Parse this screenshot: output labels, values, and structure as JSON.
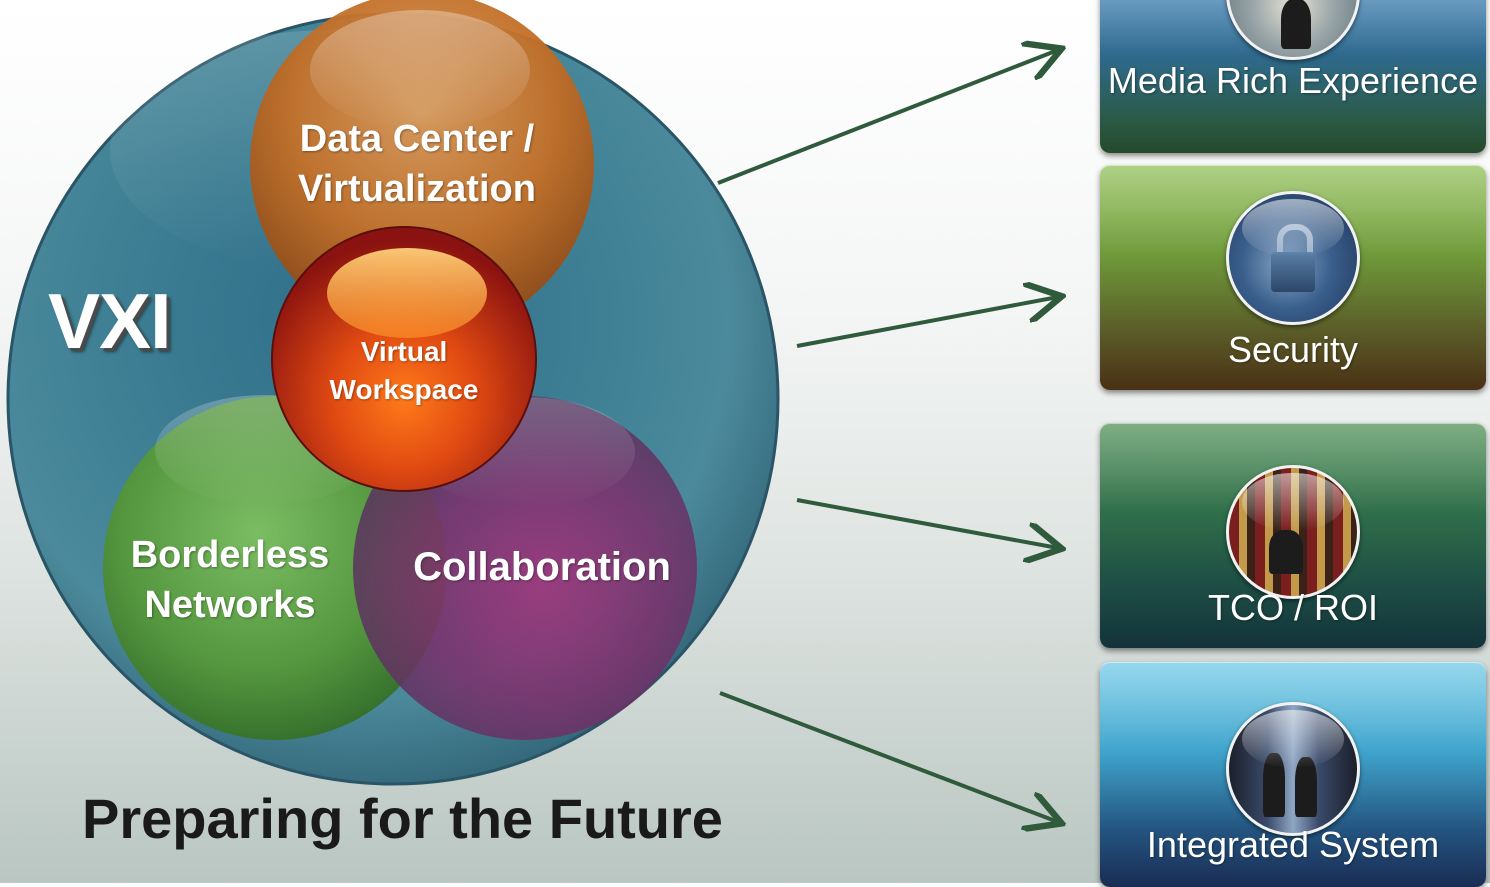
{
  "hub": {
    "label": "VXI",
    "data_center": "Data Center / Virtualization",
    "virtual_workspace": "Virtual Workspace",
    "borderless_networks": "Borderless Networks",
    "collaboration": "Collaboration"
  },
  "title": "Preparing for the Future",
  "outcomes": [
    {
      "label": "Media Rich Experience",
      "icon": "person-with-laptop-photo-icon"
    },
    {
      "label": "Security",
      "icon": "padlock-photo-icon"
    },
    {
      "label": "TCO / ROI",
      "icon": "office-worker-photo-icon"
    },
    {
      "label": "Integrated System",
      "icon": "data-center-racks-photo-icon"
    }
  ],
  "colors": {
    "outer_circle": "#3f7f96",
    "data_center": "#c8742a",
    "virtual_workspace": "#d8481c",
    "borderless_networks": "#5ea040",
    "collaboration": "#8a2a6a",
    "arrows": "#2f5a3c",
    "title": "#1a1a1a"
  }
}
